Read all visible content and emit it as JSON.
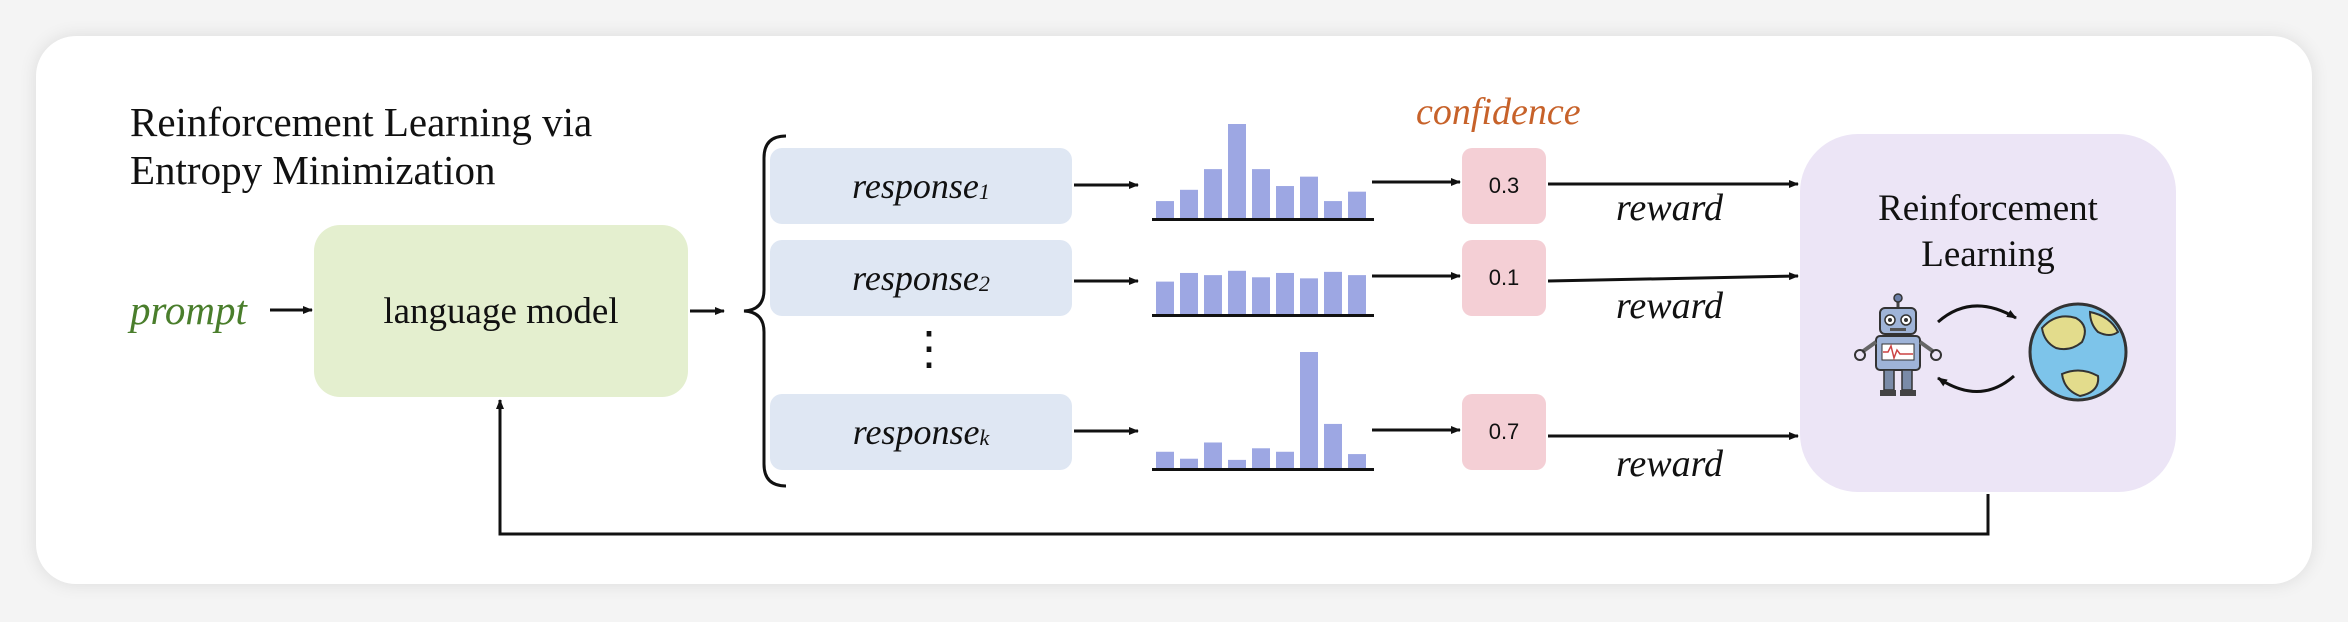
{
  "title": "Reinforcement Learning via\nEntropy Minimization",
  "prompt_label": "prompt",
  "language_model_label": "language model",
  "ellipsis": "⋮",
  "responses": [
    {
      "base": "response",
      "sub": "1"
    },
    {
      "base": "response",
      "sub": "2"
    },
    {
      "base": "response",
      "sub": "k"
    }
  ],
  "confidence_label": "confidence",
  "confidences": [
    "0.3",
    "0.1",
    "0.7"
  ],
  "reward_label": "reward",
  "rl_box_title": "Reinforcement\nLearning",
  "icons": [
    "robot-icon",
    "globe-icon",
    "cycle-arrows-icon"
  ],
  "distributions": [
    [
      0.18,
      0.3,
      0.52,
      1.0,
      0.52,
      0.34,
      0.44,
      0.18,
      0.28
    ],
    [
      0.6,
      0.76,
      0.72,
      0.8,
      0.68,
      0.76,
      0.66,
      0.78,
      0.72
    ],
    [
      0.14,
      0.08,
      0.22,
      0.07,
      0.17,
      0.14,
      1.0,
      0.38,
      0.12
    ]
  ],
  "colors": {
    "bars": "#9da7e3",
    "prompt": "#4a7e2c",
    "confidence": "#c7622a",
    "lm_box": "#e4efcf",
    "response_box": "#dfe7f3",
    "confidence_box": "#f4cfd5",
    "rl_box": "#ece5f6"
  }
}
